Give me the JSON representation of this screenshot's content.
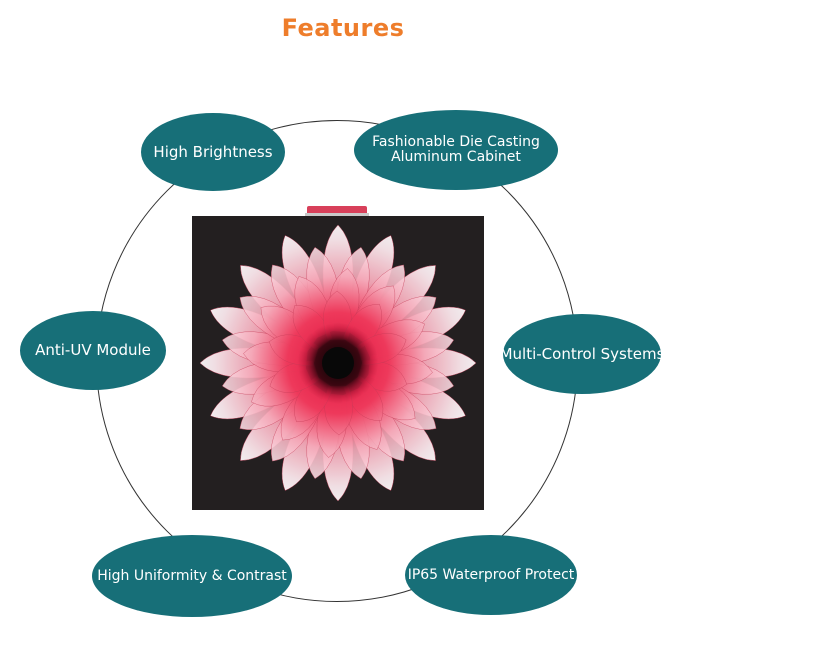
{
  "title": "Features",
  "colors": {
    "title": "#ee7d2b",
    "bubble": "#176f78",
    "panel": "#231f20",
    "handle": "#d8405a"
  },
  "panel": {
    "image": "led-cabinet-flower-display"
  },
  "features": {
    "high_brightness": "High Brightness",
    "cabinet_line1": "Fashionable Die Casting",
    "cabinet_line2": "Aluminum Cabinet",
    "anti_uv": "Anti-UV Module",
    "multi_control": "Multi-Control Systems",
    "uniformity": "High Uniformity & Contrast",
    "ip65": "IP65 Waterproof Protect"
  }
}
